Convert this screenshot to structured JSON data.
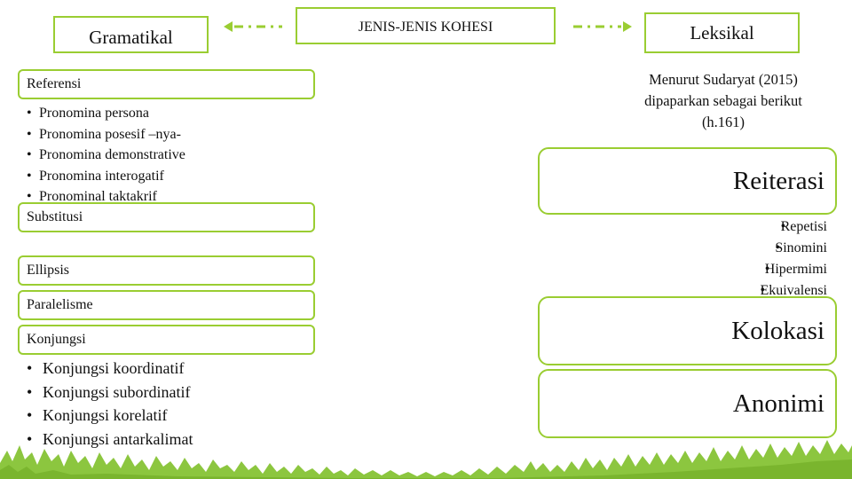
{
  "header": {
    "left": "Gramatikal",
    "center": "JENIS-JENIS KOHESI",
    "right": "Leksikal"
  },
  "gramatikal": {
    "referensi": {
      "label": "Referensi",
      "items": [
        "Pronomina persona",
        "Pronomina posesif –nya-",
        "Pronomina demonstrative",
        "Pronomina interogatif",
        "Pronominal taktakrif"
      ]
    },
    "substitusi": "Substitusi",
    "ellipsis": "Ellipsis",
    "paralelisme": "Paralelisme",
    "konjungsi": {
      "label": "Konjungsi",
      "items": [
        "Konjungsi koordinatif",
        "Konjungsi subordinatif",
        "Konjungsi korelatif",
        "Konjungsi antarkalimat"
      ]
    }
  },
  "leksikal": {
    "source_lines": [
      "Menurut Sudaryat (2015)",
      "dipaparkan sebagai berikut",
      "(h.161)"
    ],
    "reiterasi": {
      "label": "Reiterasi",
      "items": [
        "Repetisi",
        "Sinomini",
        "Hipermimi",
        "Ekuivalensi"
      ]
    },
    "kolokasi": "Kolokasi",
    "anonimi": "Anonimi"
  },
  "colors": {
    "accent": "#9acd32",
    "grass": "#8cc63f"
  }
}
